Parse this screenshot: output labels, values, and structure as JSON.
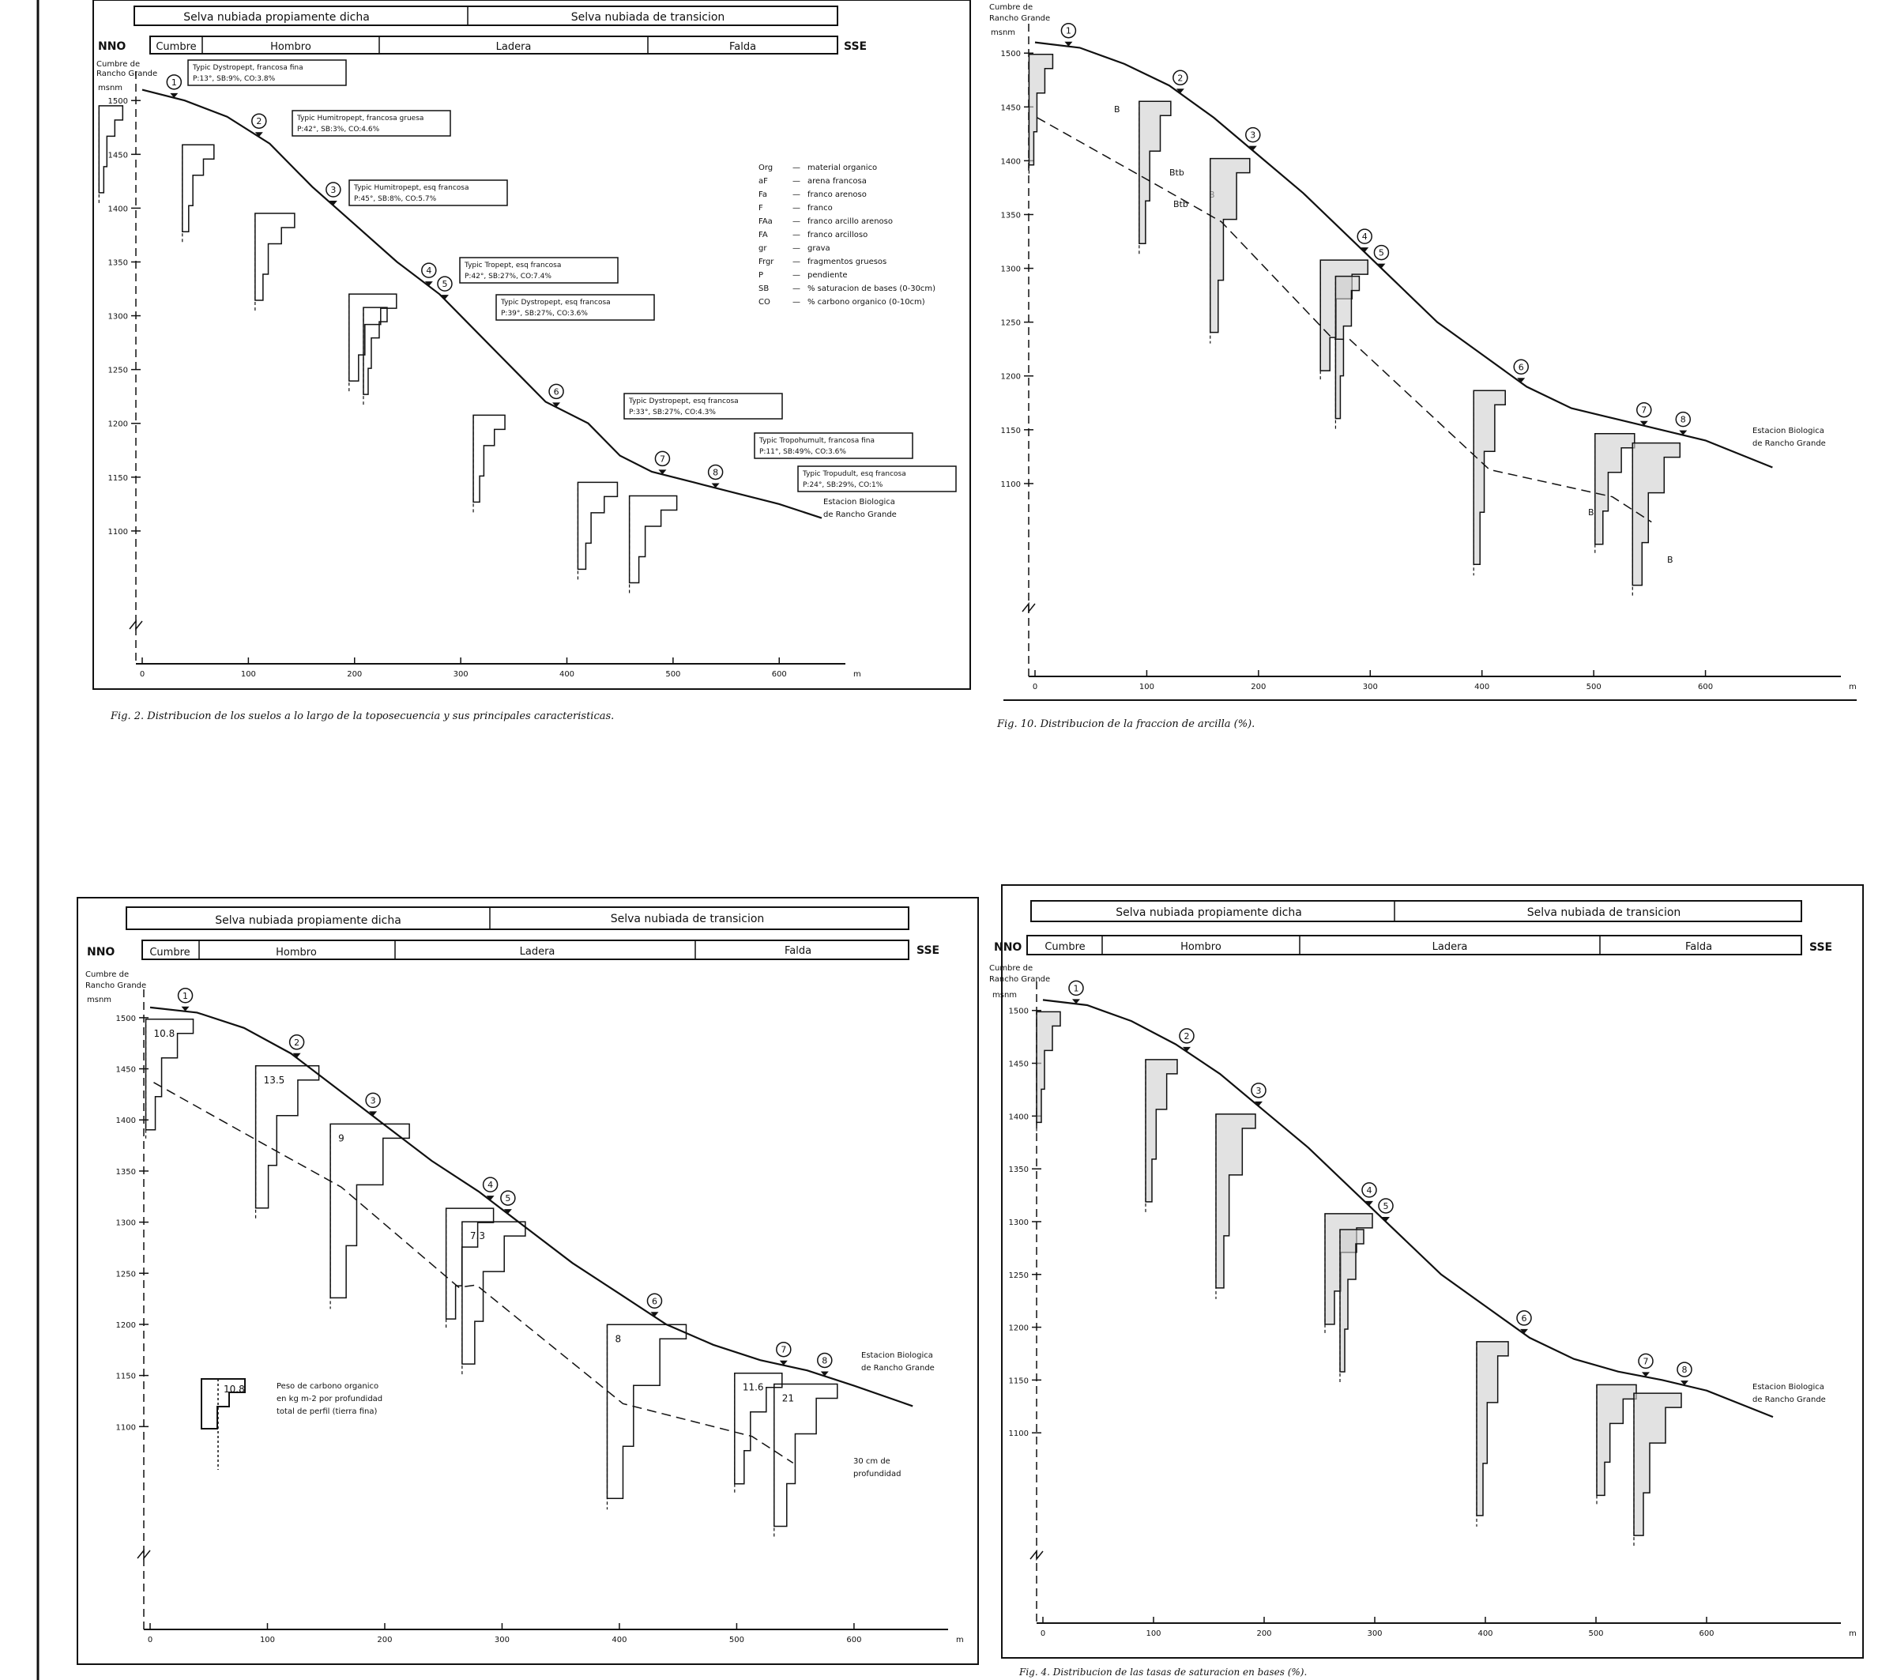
{
  "figures": [
    {
      "caption": "Fig. 2.  Distribucion de los suelos a lo largo de la toposecuencia y sus principales caracteristicas.",
      "veg_left": "Selva nubiada propiamente dicha",
      "veg_right": "Selva nubiada de transicion",
      "dir_left": "NNO",
      "dir_right": "SSE",
      "zones": [
        "Cumbre",
        "Hombro",
        "Ladera",
        "Falda"
      ],
      "summit": [
        "Cumbre de",
        "Rancho Grande"
      ],
      "unit_y": "msnm",
      "station": [
        "Estacion Biologica",
        "de Rancho Grande"
      ]
    },
    {
      "caption": "Fig. 10.  Distribucion de la fraccion de arcilla (%).",
      "summit": [
        "Cumbre de",
        "Rancho Grande"
      ],
      "unit_y": "msnm",
      "station": [
        "Estacion Biologica",
        "de Rancho Grande"
      ]
    },
    {
      "caption": "",
      "veg_left": "Selva nubiada propiamente dicha",
      "veg_right": "Selva nubiada de transicion",
      "dir_left": "NNO",
      "dir_right": "SSE",
      "zones": [
        "Cumbre",
        "Hombro",
        "Ladera",
        "Falda"
      ],
      "summit": [
        "Cumbre de",
        "Rancho Grande"
      ],
      "unit_y": "msnm",
      "station": [
        "Estacion Biologica",
        "de Rancho Grande"
      ]
    },
    {
      "caption": "Fig. 4.  Distribucion de las tasas de saturacion en bases (%).",
      "veg_left": "Selva nubiada propiamente dicha",
      "veg_right": "Selva nubiada de transicion",
      "dir_left": "NNO",
      "dir_right": "SSE",
      "zones": [
        "Cumbre",
        "Hombro",
        "Ladera",
        "Falda"
      ],
      "summit": [
        "Cumbre de",
        "Rancho Grande"
      ],
      "unit_y": "msnm",
      "station": [
        "Estacion Biologica",
        "de Rancho Grande"
      ]
    }
  ],
  "soil_labels": [
    {
      "text": "Typic Dystropept, francosa fina",
      "stats": "P:13°, SB:9%, CO:3.8%"
    },
    {
      "text": "Typic Humitropept, francosa gruesa",
      "stats": "P:42°, SB:3%, CO:4.6%"
    },
    {
      "text": "Typic Humitropept, esq francosa",
      "stats": "P:45°, SB:8%, CO:5.7%"
    },
    {
      "text": "Typic Tropept, esq francosa",
      "stats": "P:42°, SB:27%, CO:7.4%"
    },
    {
      "text": "Typic Dystropept, esq francosa",
      "stats": "P:39°, SB:27%, CO:3.6%"
    },
    {
      "text": "Typic Dystropept, esq francosa",
      "stats": "P:33°, SB:27%, CO:4.3%"
    },
    {
      "text": "Typic Tropohumult, francosa fina",
      "stats": "P:11°, SB:49%, CO:3.6%"
    },
    {
      "text": "Typic Tropudult, esq francosa",
      "stats": "P:24°, SB:29%, CO:1%"
    }
  ],
  "legend": [
    [
      "Org",
      "material organico"
    ],
    [
      "aF",
      "arena francosa"
    ],
    [
      "Fa",
      "franco arenoso"
    ],
    [
      "F",
      "franco"
    ],
    [
      "FAa",
      "franco arcillo arenoso"
    ],
    [
      "FA",
      "franco arcilloso"
    ],
    [
      "gr",
      "grava"
    ],
    [
      "Frgr",
      "fragmentos gruesos"
    ],
    [
      "P",
      "pendiente"
    ],
    [
      "SB",
      "% saturacion de bases (0-30cm)"
    ],
    [
      "CO",
      "% carbono organico (0-10cm)"
    ]
  ],
  "carbon_note": [
    "Peso de carbono organico",
    "en kg m-2 por profundidad",
    "total de perfil (tierra fina)"
  ],
  "carbon_values": [
    "10.8",
    "13.5",
    "9",
    "",
    "7.3",
    "8",
    "11.6",
    "21"
  ],
  "depth_note": [
    "30 cm de",
    "profundidad"
  ],
  "clay_markers": [
    "B",
    "Btb",
    "Btb",
    "B",
    "B",
    "B"
  ],
  "chart_data": [
    {
      "type": "line",
      "title": "Fig. 2",
      "xlabel": "m",
      "ylabel": "msnm",
      "x_ticks": [
        0,
        100,
        200,
        300,
        400,
        500,
        600
      ],
      "y_ticks": [
        1100,
        1150,
        1200,
        1250,
        1300,
        1350,
        1400,
        1450,
        1500
      ],
      "xlim": [
        0,
        640
      ],
      "ylim": [
        1050,
        1520
      ],
      "series": [
        {
          "values": [
            [
              0,
              1510
            ],
            [
              40,
              1500
            ],
            [
              80,
              1485
            ],
            [
              120,
              1460
            ],
            [
              160,
              1420
            ],
            [
              200,
              1385
            ],
            [
              240,
              1350
            ],
            [
              280,
              1320
            ],
            [
              320,
              1280
            ],
            [
              350,
              1250
            ],
            [
              380,
              1220
            ],
            [
              420,
              1200
            ],
            [
              450,
              1170
            ],
            [
              480,
              1155
            ],
            [
              520,
              1145
            ],
            [
              560,
              1135
            ],
            [
              600,
              1125
            ],
            [
              640,
              1112
            ]
          ]
        }
      ],
      "profiles": [
        "1",
        "2",
        "3",
        "4",
        "5",
        "6",
        "7",
        "8"
      ],
      "profile_x": [
        30,
        110,
        180,
        270,
        285,
        390,
        490,
        540
      ]
    },
    {
      "type": "line",
      "title": "Fig. 10",
      "xlabel": "m",
      "ylabel": "msnm",
      "x_ticks": [
        0,
        100,
        200,
        300,
        400,
        500,
        600
      ],
      "y_ticks": [
        1100,
        1150,
        1200,
        1250,
        1300,
        1350,
        1400,
        1450,
        1500
      ],
      "xlim": [
        0,
        700
      ],
      "ylim": [
        1050,
        1520
      ],
      "series": [
        {
          "values": [
            [
              0,
              1510
            ],
            [
              40,
              1505
            ],
            [
              80,
              1490
            ],
            [
              120,
              1470
            ],
            [
              160,
              1440
            ],
            [
              200,
              1405
            ],
            [
              240,
              1370
            ],
            [
              280,
              1330
            ],
            [
              320,
              1290
            ],
            [
              360,
              1250
            ],
            [
              400,
              1220
            ],
            [
              440,
              1190
            ],
            [
              480,
              1170
            ],
            [
              520,
              1160
            ],
            [
              560,
              1150
            ],
            [
              600,
              1140
            ],
            [
              660,
              1115
            ]
          ]
        }
      ],
      "profiles": [
        "1",
        "2",
        "3",
        "4",
        "5",
        "6",
        "7",
        "8"
      ],
      "profile_x": [
        30,
        130,
        195,
        295,
        310,
        435,
        545,
        580
      ]
    },
    {
      "type": "line",
      "title": "",
      "xlabel": "m",
      "ylabel": "msnm",
      "x_ticks": [
        0,
        100,
        200,
        300,
        400,
        500,
        600
      ],
      "y_ticks": [
        1100,
        1150,
        1200,
        1250,
        1300,
        1350,
        1400,
        1450,
        1500
      ],
      "xlim": [
        0,
        660
      ],
      "ylim": [
        1050,
        1520
      ],
      "series": [
        {
          "values": [
            [
              0,
              1510
            ],
            [
              40,
              1505
            ],
            [
              80,
              1490
            ],
            [
              120,
              1465
            ],
            [
              160,
              1430
            ],
            [
              200,
              1395
            ],
            [
              240,
              1360
            ],
            [
              280,
              1330
            ],
            [
              320,
              1295
            ],
            [
              360,
              1260
            ],
            [
              400,
              1230
            ],
            [
              440,
              1200
            ],
            [
              480,
              1180
            ],
            [
              520,
              1165
            ],
            [
              560,
              1155
            ],
            [
              600,
              1140
            ],
            [
              650,
              1120
            ]
          ]
        }
      ],
      "profiles": [
        "1",
        "2",
        "3",
        "4",
        "5",
        "6",
        "7",
        "8"
      ],
      "profile_x": [
        30,
        125,
        190,
        290,
        305,
        430,
        540,
        575
      ]
    },
    {
      "type": "line",
      "title": "Fig. 4",
      "xlabel": "m",
      "ylabel": "msnm",
      "x_ticks": [
        0,
        100,
        200,
        300,
        400,
        500,
        600
      ],
      "y_ticks": [
        1100,
        1150,
        1200,
        1250,
        1300,
        1350,
        1400,
        1450,
        1500
      ],
      "xlim": [
        0,
        700
      ],
      "ylim": [
        1050,
        1520
      ],
      "series": [
        {
          "values": [
            [
              0,
              1510
            ],
            [
              40,
              1505
            ],
            [
              80,
              1490
            ],
            [
              120,
              1468
            ],
            [
              160,
              1440
            ],
            [
              200,
              1405
            ],
            [
              240,
              1370
            ],
            [
              280,
              1330
            ],
            [
              320,
              1290
            ],
            [
              360,
              1250
            ],
            [
              400,
              1220
            ],
            [
              440,
              1190
            ],
            [
              480,
              1170
            ],
            [
              520,
              1158
            ],
            [
              560,
              1150
            ],
            [
              600,
              1140
            ],
            [
              660,
              1115
            ]
          ]
        }
      ],
      "profiles": [
        "1",
        "2",
        "3",
        "4",
        "5",
        "6",
        "7",
        "8"
      ],
      "profile_x": [
        30,
        130,
        195,
        295,
        310,
        435,
        545,
        580
      ]
    }
  ]
}
